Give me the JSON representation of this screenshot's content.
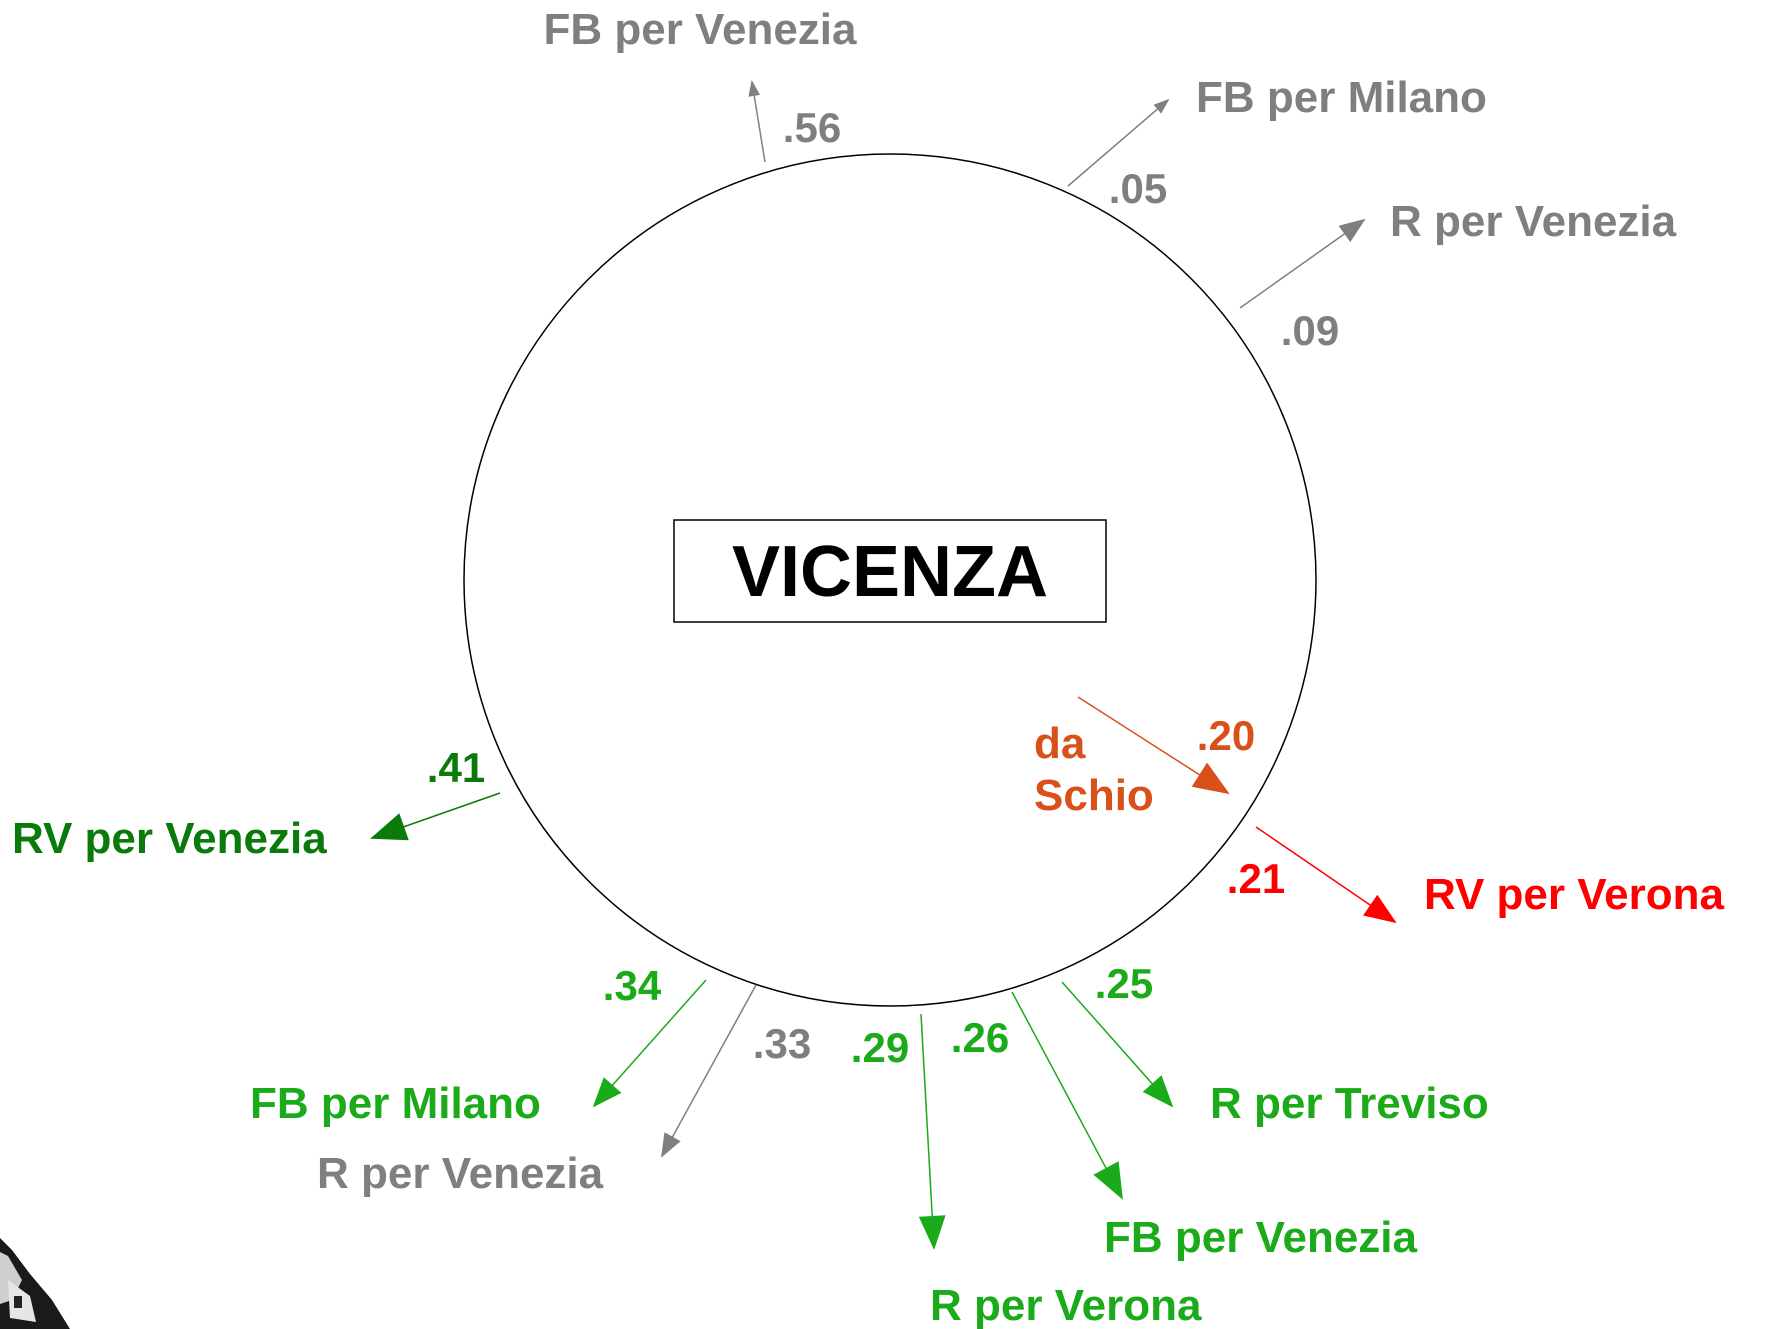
{
  "station": "VICENZA",
  "colors": {
    "gray": "#7f7f7f",
    "green": "#1aaa1a",
    "dark_green": "#0a7a0a",
    "red": "#ff0000",
    "orange": "#d9501a",
    "ink": "#000000"
  },
  "connections": [
    {
      "id": "fb-venezia-top",
      "label": "FB per Venezia",
      "value": ".56",
      "color": "gray"
    },
    {
      "id": "fb-milano-top",
      "label": "FB per Milano",
      "value": ".05",
      "color": "gray"
    },
    {
      "id": "r-venezia-top",
      "label": "R per Venezia",
      "value": ".09",
      "color": "gray"
    },
    {
      "id": "da-schio",
      "label": "da Schio",
      "label_lines": [
        "da",
        "Schio"
      ],
      "value": ".20",
      "color": "orange"
    },
    {
      "id": "rv-verona",
      "label": "RV per Verona",
      "value": ".21",
      "color": "red"
    },
    {
      "id": "r-treviso",
      "label": "R per Treviso",
      "value": ".25",
      "color": "green"
    },
    {
      "id": "fb-venezia-bottom",
      "label": "FB per Venezia",
      "value": ".26",
      "color": "green"
    },
    {
      "id": "r-verona",
      "label": "R per Verona",
      "value": ".29",
      "color": "green"
    },
    {
      "id": "r-venezia-bottom",
      "label": "R per Venezia",
      "value": ".33",
      "color": "gray"
    },
    {
      "id": "fb-milano-bottom",
      "label": "FB per Milano",
      "value": ".34",
      "color": "green"
    },
    {
      "id": "rv-venezia",
      "label": "RV per Venezia",
      "value": ".41",
      "color": "dark_green"
    }
  ]
}
